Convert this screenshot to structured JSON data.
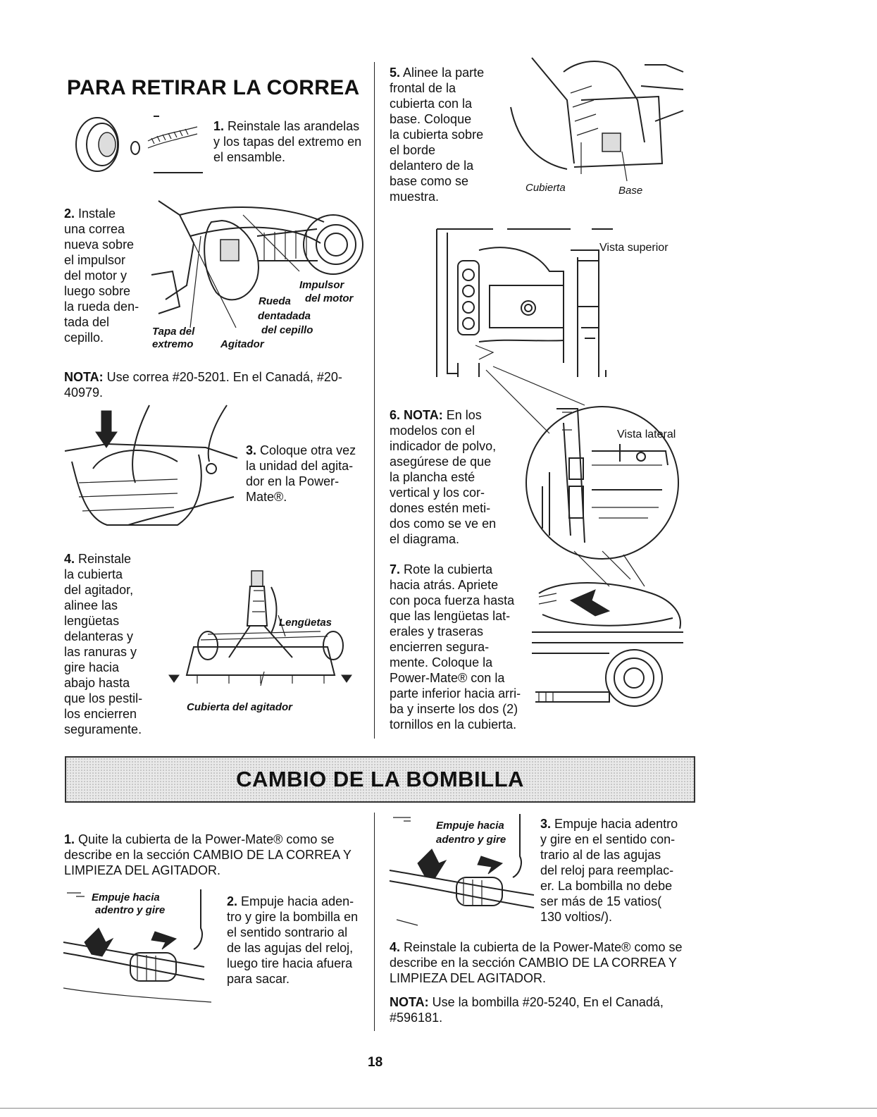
{
  "sections": {
    "belt_title": "PARA RETIRAR LA CORREA",
    "bulb_title": "CAMBIO DE LA BOMBILLA"
  },
  "belt": {
    "step1": {
      "num": "1.",
      "lines": [
        "Reinstale las arandelas",
        "y los tapas del extremo en",
        "el ensamble."
      ]
    },
    "step2": {
      "num": "2.",
      "lines": [
        "Instale",
        "una correa",
        "nueva sobre",
        "el impulsor",
        "del motor y",
        "luego sobre",
        "la rueda den-",
        "tada del",
        "cepillo."
      ]
    },
    "step2_labels": {
      "impulsor": "Impulsor",
      "del_motor": "del motor",
      "rueda": "Rueda",
      "dentadada": "dentadada",
      "del_cepillo": "del cepillo",
      "tapa_del": "Tapa del",
      "extremo": "extremo",
      "agitador": "Agitador"
    },
    "note": {
      "label": "NOTA:",
      "lines": [
        " Use correa #20-5201. En el Canadá, #20-",
        "40979."
      ]
    },
    "step3": {
      "num": "3.",
      "lines": [
        "Coloque otra vez",
        "la unidad del agita-",
        "dor en la Power-",
        "Mate®."
      ]
    },
    "step4": {
      "num": "4.",
      "lines": [
        "Reinstale",
        "la cubierta",
        "del agitador,",
        "alinee las",
        "lengüetas",
        "delanteras y",
        "las ranuras y",
        "gire hacia",
        "abajo hasta",
        "que los pestil-",
        "los encierren",
        "seguramente."
      ]
    },
    "step4_labels": {
      "lenguetas": "Lengüetas",
      "cubierta": "Cubierta del agitador"
    },
    "step5": {
      "num": "5.",
      "lines": [
        "Alinee la parte",
        "frontal de la",
        "cubierta con la",
        "base. Coloque",
        "la cubierta sobre",
        "el borde",
        "delantero de la",
        "base como se",
        "muestra."
      ]
    },
    "step5_labels": {
      "cubierta": "Cubierta",
      "base": "Base"
    },
    "vista_superior": "Vista superior",
    "vista_lateral": "Vista lateral",
    "step6": {
      "num": "6.",
      "label": "NOTA:",
      "lines": [
        " En los",
        "modelos con el",
        "indicador de polvo,",
        "asegúrese de que",
        "la plancha esté",
        "vertical y los cor-",
        "dones estén meti-",
        "dos como se ve en",
        "el diagrama."
      ]
    },
    "step7": {
      "num": "7.",
      "lines": [
        "Rote la cubierta",
        "hacia atrás. Apriete",
        "con poca fuerza hasta",
        "que las lengüetas lat-",
        "erales y traseras",
        "encierren segura-",
        "mente. Coloque la",
        "Power-Mate® con la",
        "parte inferior hacia arri-",
        "ba y inserte los dos (2)",
        "tornillos en la cubierta."
      ]
    }
  },
  "bulb": {
    "step1": {
      "num": "1.",
      "lines": [
        "Quite la cubierta de la Power-Mate® como se",
        "describe en la sección CAMBIO DE LA CORREA Y",
        "LIMPIEZA DEL AGITADOR."
      ]
    },
    "push_label_1": "Empuje hacia",
    "push_label_2": "adentro y gire",
    "step2": {
      "num": "2.",
      "lines": [
        "Empuje hacia aden-",
        "tro y gire la bombilla en",
        "el sentido sontrario al",
        "de las agujas del reloj,",
        "luego tire hacia afuera",
        "para sacar."
      ]
    },
    "step3": {
      "num": "3.",
      "lines": [
        "Empuje hacia adentro",
        "y gire en el sentido con-",
        "trario al de las agujas",
        "del reloj para reemplac-",
        "er. La bombilla no debe",
        "ser más de 15 vatios(",
        "130 voltios/)."
      ]
    },
    "step4": {
      "num": "4.",
      "lines": [
        "Reinstale la cubierta de la Power-Mate® como se",
        "describe en la sección CAMBIO DE LA CORREA Y",
        "LIMPIEZA DEL AGITADOR."
      ]
    },
    "note": {
      "label": "NOTA:",
      "lines": [
        " Use la bombilla #20-5240, En el Canadá,",
        "#596181."
      ]
    }
  },
  "page_number": "18"
}
